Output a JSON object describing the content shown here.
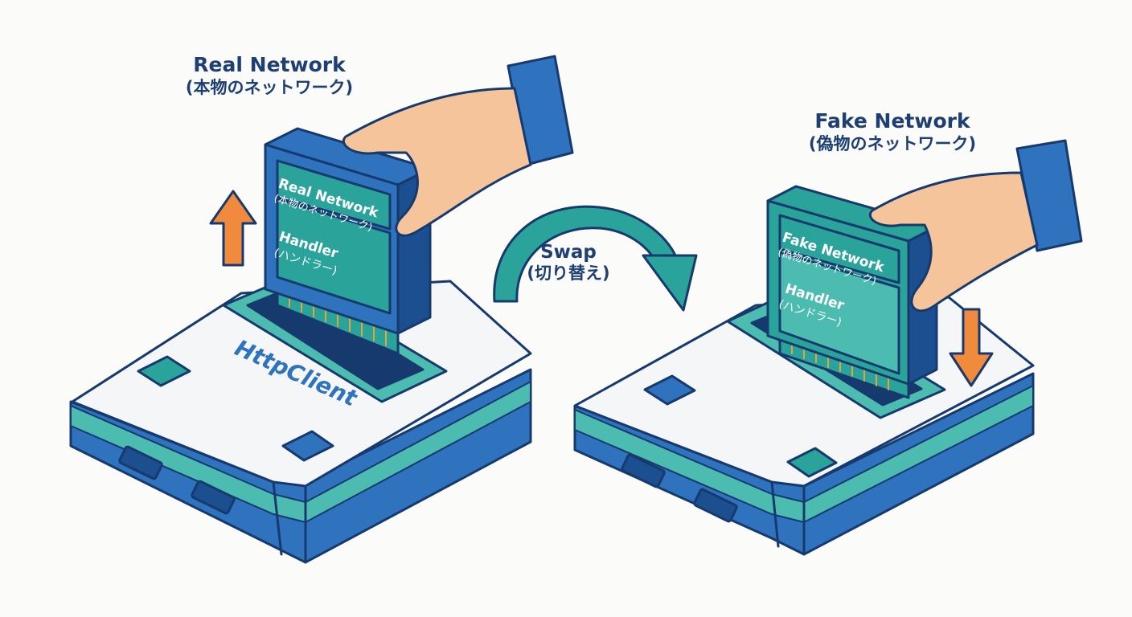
{
  "real": {
    "caption": "Real Network",
    "caption_ja": "(本物のネットワーク)",
    "card_title": "Real Network",
    "card_title_ja": "(本物のネットワーク)",
    "card_sub": "Handler",
    "card_sub_ja": "(ハンドラー)",
    "arrow": "up"
  },
  "fake": {
    "caption": "Fake Network",
    "caption_ja": "(偽物のネットワーク)",
    "card_title": "Fake Network",
    "card_title_ja": "(偽物のネットワーク)",
    "card_sub": "Handler",
    "card_sub_ja": "(ハンドラー)",
    "arrow": "down"
  },
  "swap": {
    "label": "Swap",
    "label_ja": "(切り替え)"
  },
  "device": {
    "label": "HttpClient"
  },
  "colors": {
    "blue": "#2f72bd",
    "blue_dark": "#1c4f8f",
    "teal": "#2aa39b",
    "teal_light": "#4cbcb1",
    "orange": "#f08a3c",
    "skin": "#f6c49b",
    "outline": "#173a6e",
    "white": "#f4f6f8"
  }
}
